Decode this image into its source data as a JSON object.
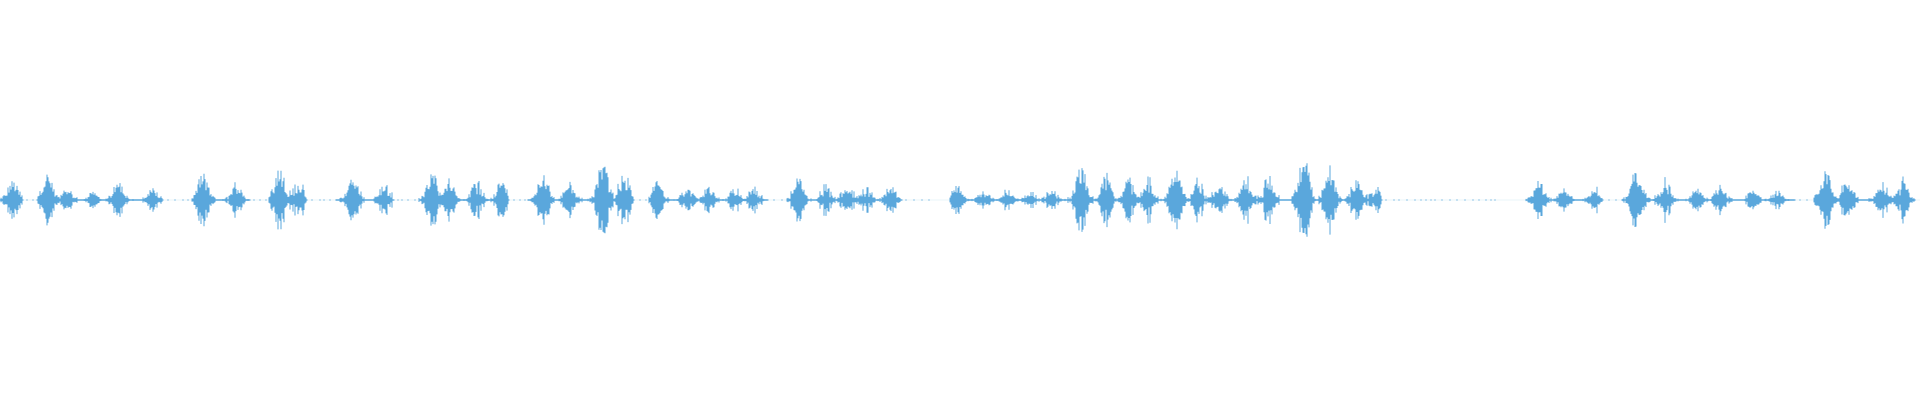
{
  "waveform": {
    "color": "#5aa7dc",
    "background": "#ffffff",
    "segments": [
      {
        "start": 0.0,
        "end": 0.012,
        "type": "speech",
        "peak": 0.05
      },
      {
        "start": 0.012,
        "end": 0.02,
        "type": "dots"
      },
      {
        "start": 0.02,
        "end": 0.03,
        "type": "speech",
        "peak": 0.07
      },
      {
        "start": 0.03,
        "end": 0.053,
        "type": "speech",
        "peak": 0.03
      },
      {
        "start": 0.053,
        "end": 0.085,
        "type": "speech",
        "peak": 0.05
      },
      {
        "start": 0.085,
        "end": 0.1,
        "type": "dots"
      },
      {
        "start": 0.1,
        "end": 0.13,
        "type": "speech",
        "peak": 0.07
      },
      {
        "start": 0.13,
        "end": 0.14,
        "type": "dots"
      },
      {
        "start": 0.14,
        "end": 0.16,
        "type": "speech",
        "peak": 0.08
      },
      {
        "start": 0.16,
        "end": 0.175,
        "type": "dots"
      },
      {
        "start": 0.175,
        "end": 0.205,
        "type": "speech",
        "peak": 0.06
      },
      {
        "start": 0.205,
        "end": 0.218,
        "type": "dots"
      },
      {
        "start": 0.218,
        "end": 0.265,
        "type": "speech",
        "peak": 0.08
      },
      {
        "start": 0.265,
        "end": 0.275,
        "type": "dots"
      },
      {
        "start": 0.275,
        "end": 0.305,
        "type": "speech",
        "peak": 0.08
      },
      {
        "start": 0.305,
        "end": 0.33,
        "type": "speech",
        "peak": 0.11
      },
      {
        "start": 0.33,
        "end": 0.338,
        "type": "dots"
      },
      {
        "start": 0.338,
        "end": 0.4,
        "type": "speech",
        "peak": 0.05
      },
      {
        "start": 0.4,
        "end": 0.41,
        "type": "dots"
      },
      {
        "start": 0.41,
        "end": 0.47,
        "type": "speech",
        "peak": 0.06
      },
      {
        "start": 0.47,
        "end": 0.485,
        "type": "dots"
      },
      {
        "start": 0.485,
        "end": 0.495,
        "type": "gap"
      },
      {
        "start": 0.495,
        "end": 0.555,
        "type": "speech",
        "peak": 0.04
      },
      {
        "start": 0.555,
        "end": 0.605,
        "type": "speech",
        "peak": 0.1
      },
      {
        "start": 0.605,
        "end": 0.668,
        "type": "speech",
        "peak": 0.08
      },
      {
        "start": 0.668,
        "end": 0.7,
        "type": "speech",
        "peak": 0.11
      },
      {
        "start": 0.7,
        "end": 0.72,
        "type": "speech",
        "peak": 0.05
      },
      {
        "start": 0.72,
        "end": 0.78,
        "type": "dots"
      },
      {
        "start": 0.78,
        "end": 0.795,
        "type": "gap"
      },
      {
        "start": 0.795,
        "end": 0.835,
        "type": "speech",
        "peak": 0.05
      },
      {
        "start": 0.835,
        "end": 0.845,
        "type": "dots"
      },
      {
        "start": 0.845,
        "end": 0.875,
        "type": "speech",
        "peak": 0.08
      },
      {
        "start": 0.875,
        "end": 0.89,
        "type": "speech",
        "peak": 0.03
      },
      {
        "start": 0.89,
        "end": 0.935,
        "type": "speech",
        "peak": 0.04
      },
      {
        "start": 0.935,
        "end": 0.945,
        "type": "dots"
      },
      {
        "start": 0.945,
        "end": 0.998,
        "type": "speech",
        "peak": 0.08
      }
    ]
  }
}
